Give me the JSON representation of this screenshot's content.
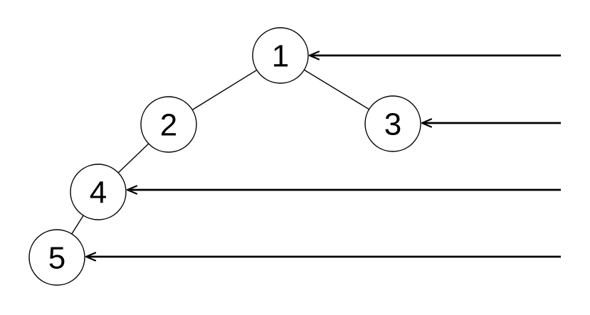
{
  "diagram": {
    "type": "tree",
    "background_color": "#ffffff",
    "stroke_color": "#000000",
    "node_fill_color": "#ffffff",
    "nodes": [
      {
        "id": "1",
        "label": "1"
      },
      {
        "id": "2",
        "label": "2"
      },
      {
        "id": "3",
        "label": "3"
      },
      {
        "id": "4",
        "label": "4"
      },
      {
        "id": "5",
        "label": "5"
      }
    ],
    "edges": [
      {
        "from": "1",
        "to": "2"
      },
      {
        "from": "1",
        "to": "3"
      },
      {
        "from": "2",
        "to": "4"
      },
      {
        "from": "4",
        "to": "5"
      }
    ],
    "incoming_arrows": [
      {
        "points_to": "1"
      },
      {
        "points_to": "3"
      },
      {
        "points_to": "4"
      },
      {
        "points_to": "5"
      }
    ]
  }
}
